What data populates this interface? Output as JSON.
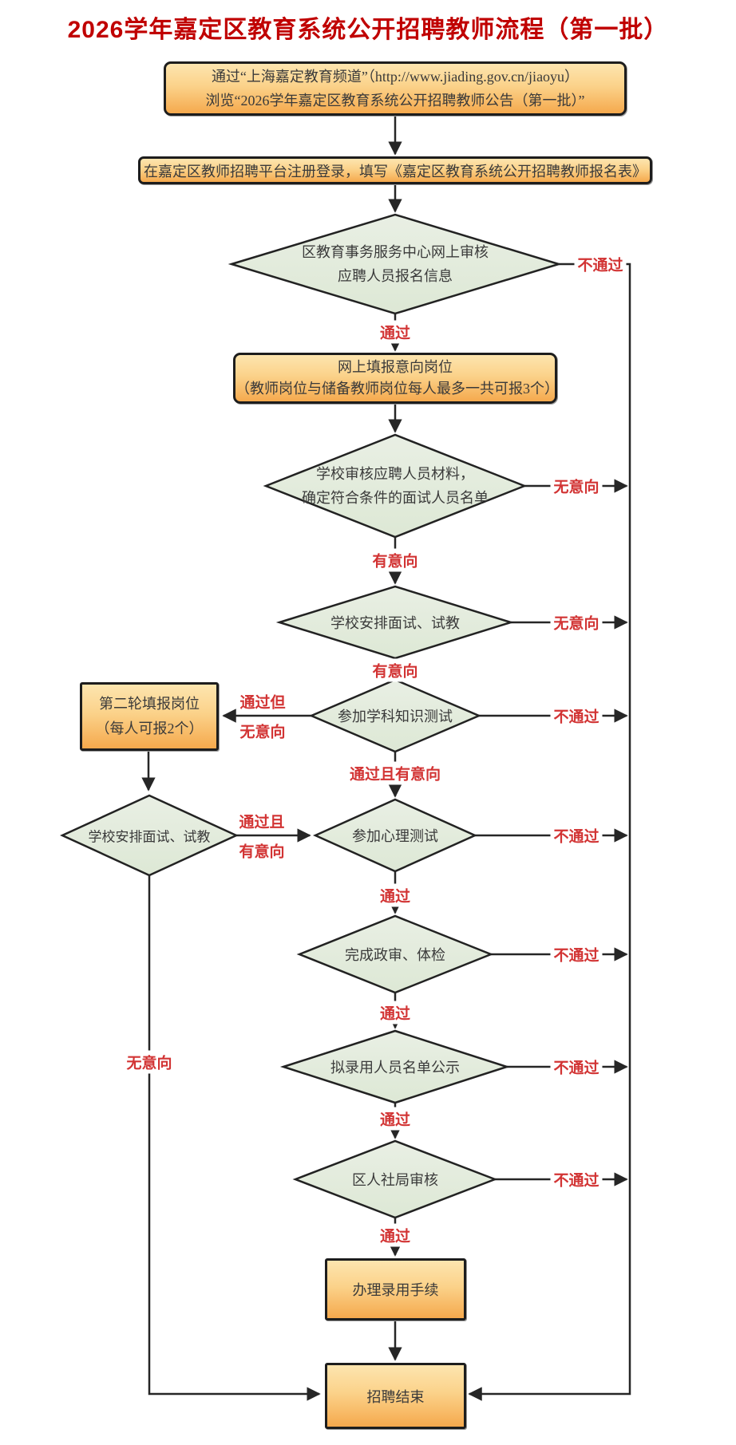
{
  "title": "2026学年嘉定区教育系统公开招聘教师流程（第一批）",
  "colors": {
    "title_red": "#c00000",
    "edge_label_red": "#d23434",
    "process_box_fill_top": "#fde5af",
    "process_box_fill_bottom": "#f5a94d",
    "decision_fill": "#e4ecdf",
    "line_color": "#262626"
  },
  "nodes": {
    "notice": {
      "line1": "通过“上海嘉定教育频道”（http://www.jiading.gov.cn/jiaoyu）",
      "line2": "浏览“2026学年嘉定区教育系统公开招聘教师公告（第一批）”"
    },
    "register": {
      "text": "在嘉定区教师招聘平台注册登录，填写《嘉定区教育系统公开招聘教师报名表》"
    },
    "review": {
      "line1": "区教育事务服务中心网上审核",
      "line2": "应聘人员报名信息"
    },
    "positions": {
      "line1": "网上填报意向岗位",
      "line2": "（教师岗位与储备教师岗位每人最多一共可报3个）"
    },
    "school_review": {
      "line1": "学校审核应聘人员材料，",
      "line2": "确定符合条件的面试人员名单"
    },
    "interview1": {
      "text": "学校安排面试、试教"
    },
    "knowledge": {
      "text": "参加学科知识测试"
    },
    "round2": {
      "line1": "第二轮填报岗位",
      "line2": "（每人可报2个）"
    },
    "interview2": {
      "text": "学校安排面试、试教"
    },
    "psych": {
      "text": "参加心理测试"
    },
    "checkup": {
      "text": "完成政审、体检"
    },
    "publicity": {
      "text": "拟录用人员名单公示"
    },
    "bureau": {
      "text": "区人社局审核"
    },
    "hire": {
      "text": "办理录用手续"
    },
    "end": {
      "text": "招聘结束"
    }
  },
  "edges": {
    "pass1": "通过",
    "fail1": "不通过",
    "no_intent1": "无意向",
    "has_intent1": "有意向",
    "no_intent2": "无意向",
    "has_intent2": "有意向",
    "pass_but": {
      "line1": "通过但",
      "line2": "无意向"
    },
    "fail2": "不通过",
    "pass_intent": "通过且有意向",
    "pass_and": {
      "line1": "通过且",
      "line2": "有意向"
    },
    "fail3": "不通过",
    "pass2": "通过",
    "fail4": "不通过",
    "pass3": "通过",
    "fail5": "不通过",
    "pass4": "通过",
    "fail6": "不通过",
    "pass5": "通过",
    "no_intent3": "无意向"
  }
}
